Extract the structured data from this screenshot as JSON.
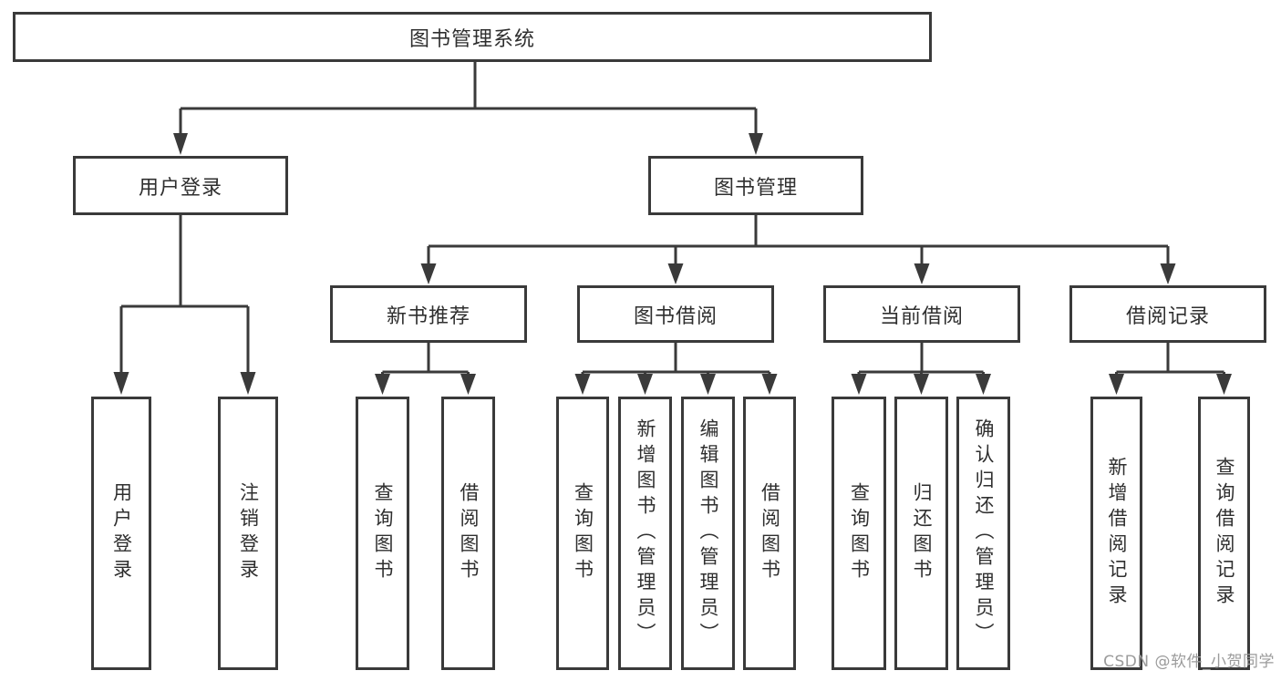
{
  "diagram": {
    "root": {
      "label": "图书管理系统"
    },
    "level2": [
      {
        "label": "用户登录"
      },
      {
        "label": "图书管理"
      }
    ],
    "level3": [
      {
        "label": "新书推荐"
      },
      {
        "label": "图书借阅"
      },
      {
        "label": "当前借阅"
      },
      {
        "label": "借阅记录"
      }
    ],
    "leaves": {
      "user_login": [
        {
          "label": "用户登录"
        },
        {
          "label": "注销登录"
        }
      ],
      "new_book": [
        {
          "label": "查询图书"
        },
        {
          "label": "借阅图书"
        }
      ],
      "book_borrow": [
        {
          "label": "查询图书"
        },
        {
          "label": "新增图书（管理员）"
        },
        {
          "label": "编辑图书（管理员）"
        },
        {
          "label": "借阅图书"
        }
      ],
      "current_borrow": [
        {
          "label": "查询图书"
        },
        {
          "label": "归还图书"
        },
        {
          "label": "确认归还（管理员）"
        }
      ],
      "borrow_records": [
        {
          "label": "新增借阅记录"
        },
        {
          "label": "查询借阅记录"
        }
      ]
    }
  },
  "watermark": {
    "text": "CSDN @软件_小贺同学"
  },
  "colors": {
    "line": "#3a3a3a",
    "box_border": "#3a3a3a",
    "text": "#2f2f2f",
    "watermark": "#9b9b9b",
    "background": "#ffffff"
  }
}
